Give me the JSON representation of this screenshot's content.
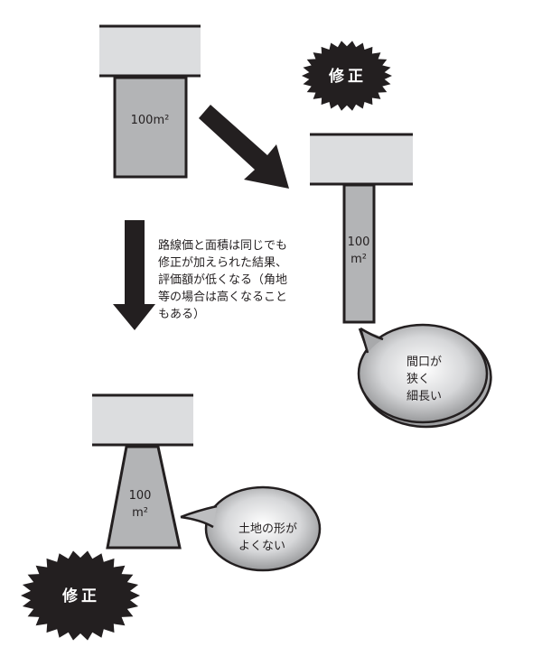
{
  "diagram": {
    "top_lot": {
      "area": "100m²"
    },
    "narrow_lot": {
      "area_number": "100",
      "area_unit": "m²"
    },
    "trapezoid_lot": {
      "area_number": "100",
      "area_unit": "m²"
    },
    "correction_label_1": "修正",
    "correction_label_2": "修正",
    "explanation_lines": [
      "路線価と面積は同じでも",
      "修正が加えられた結果、",
      "評価額が低くなる（角地",
      "等の場合は高くなること",
      "もある）"
    ],
    "bubble_narrow_lines": [
      "間口が",
      "狭く",
      "細長い"
    ],
    "bubble_shape_lines": [
      "土地の形が",
      "よくない"
    ]
  },
  "colors": {
    "road": "#dcdddf",
    "lot": "#b3b4b6",
    "ink": "#231f20"
  }
}
